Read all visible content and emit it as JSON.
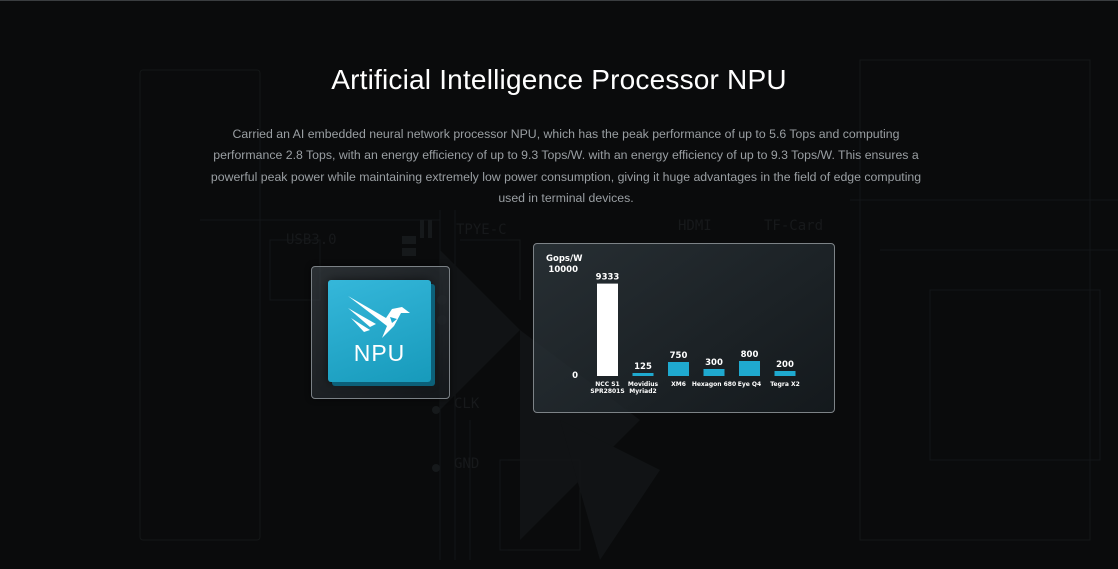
{
  "page": {
    "title": "Artificial Intelligence Processor NPU",
    "description": "Carried an AI embedded neural network processor NPU, which has the peak performance of up to 5.6 Tops and computing performance 2.8 Tops, with an energy efficiency of up to 9.3 Tops/W. with an energy efficiency of up to 9.3 Tops/W. This ensures a powerful peak power while maintaining extremely low power consumption, giving it huge advantages in the field of edge computing used in terminal devices."
  },
  "background_silkscreen": [
    "USB3.0",
    "TPYE-C",
    "HDMI",
    "TF-Card",
    "CLK",
    "GND"
  ],
  "npu_chip": {
    "label": "NPU",
    "logo_icon": "bird-wing-icon"
  },
  "colors": {
    "accent": "#1fa9cf",
    "highlight_bar": "#ffffff",
    "background": "#0a0b0c"
  },
  "chart_data": {
    "type": "bar",
    "ylabel": "Gops/W",
    "ylim": [
      0,
      10000
    ],
    "yticks": [
      "10000",
      "0"
    ],
    "categories": [
      [
        "NCC S1",
        "SPR2801S"
      ],
      [
        "Movidius",
        "Myriad2"
      ],
      [
        "XM6"
      ],
      [
        "Hexagon 680"
      ],
      [
        "Eye Q4"
      ],
      [
        "Tegra X2"
      ]
    ],
    "values": [
      9333,
      125,
      750,
      300,
      800,
      200
    ],
    "value_labels": [
      "9333",
      "125",
      "750",
      "300",
      "800",
      "200"
    ]
  }
}
